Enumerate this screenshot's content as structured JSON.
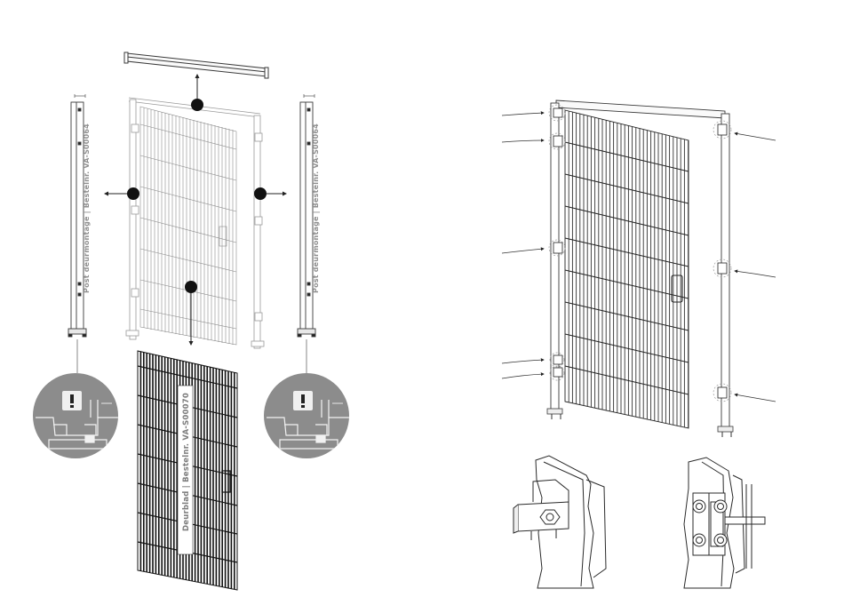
{
  "labels": {
    "post_left": "Post deurmontage | Bestelnr. VA-S00064",
    "post_right": "Post deurmontage | Bestelnr. VA-S00064",
    "door_leaf": "Deurblad | Bestelnr. VA-S00070"
  },
  "icons": {
    "warning": "exclamation-icon",
    "arrow": "arrow-icon"
  },
  "colors": {
    "line": "#3a3a3a",
    "light_line": "#9a9a9a",
    "detail_circle": "#8c8c8c",
    "marker": "#111111",
    "label": "#8f8f8f"
  }
}
